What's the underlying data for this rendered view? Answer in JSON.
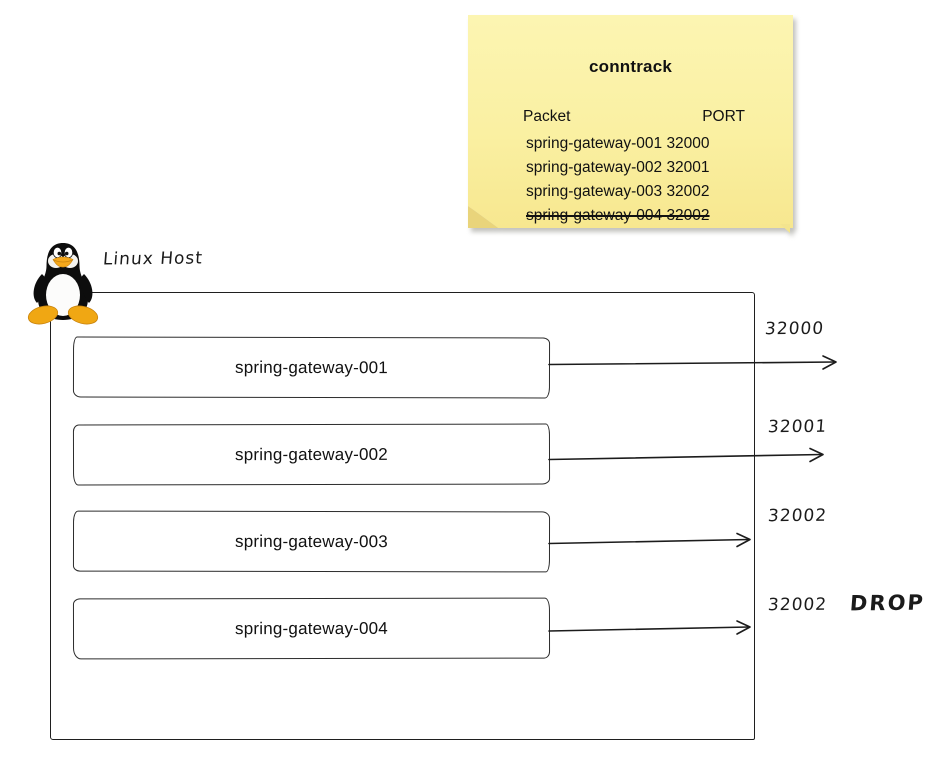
{
  "note": {
    "title": "conntrack",
    "header": {
      "packet": "Packet",
      "port": "PORT"
    },
    "rows": [
      {
        "text": "spring-gateway-001 32000",
        "struck": false
      },
      {
        "text": "spring-gateway-002 32001",
        "struck": false
      },
      {
        "text": "spring-gateway-003 32002",
        "struck": false
      },
      {
        "text": "spring-gateway-004 32002",
        "struck": true
      }
    ]
  },
  "host": {
    "label": "Linux Host",
    "icon": "tux-penguin-icon"
  },
  "gateways": [
    {
      "label": "spring-gateway-001",
      "port": "32000"
    },
    {
      "label": "spring-gateway-002",
      "port": "32001"
    },
    {
      "label": "spring-gateway-003",
      "port": "32002"
    },
    {
      "label": "spring-gateway-004",
      "port": "32002",
      "action": "DROP"
    }
  ],
  "drop_label": "DROP",
  "colors": {
    "note_top": "#fcf5b2",
    "note_bottom": "#f7e78f",
    "note_fold": "#e9d47b",
    "line": "#1f1f1f",
    "tux_orange": "#f5a81c",
    "text": "#111111"
  }
}
